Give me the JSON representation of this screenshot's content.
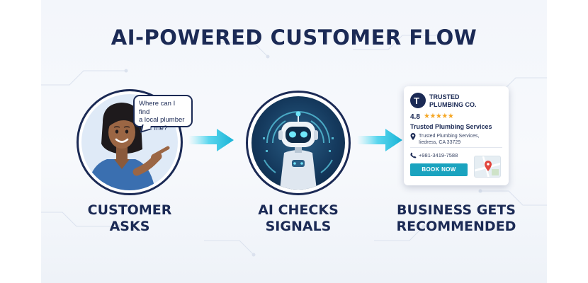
{
  "title": "AI-POWERED CUSTOMER FLOW",
  "colors": {
    "navy": "#1b2a55",
    "cyan": "#1aa3bf",
    "star": "#f5a623",
    "background": "#f3f6fb"
  },
  "steps": [
    {
      "label_line1": "CUSTOMER",
      "label_line2": "ASKS",
      "speech_line1": "Where can I find",
      "speech_line2": "a local plumber",
      "speech_line3": "near me?",
      "icon": "woman-pointing-illustration"
    },
    {
      "label_line1": "AI CHECKS",
      "label_line2": "SIGNALS",
      "icon": "robot-illustration"
    },
    {
      "label_line1": "BUSINESS GETS",
      "label_line2": "RECOMMENDED",
      "icon": "business-listing-card"
    }
  ],
  "card": {
    "logo_letter": "T",
    "name_line1": "TRUSTED",
    "name_line2": "PLUMBING CO.",
    "rating": "4.8",
    "stars": "★★★★★",
    "service_name": "Trusted Plumbing Services",
    "address_line1": "Trusted Plumbing Services,",
    "address_line2": "Iiedress, CA 33729",
    "phone": "+981-3419-7588",
    "book_label": "BOOK NOW"
  },
  "arrows": [
    "arrow-right-icon",
    "arrow-right-icon"
  ]
}
